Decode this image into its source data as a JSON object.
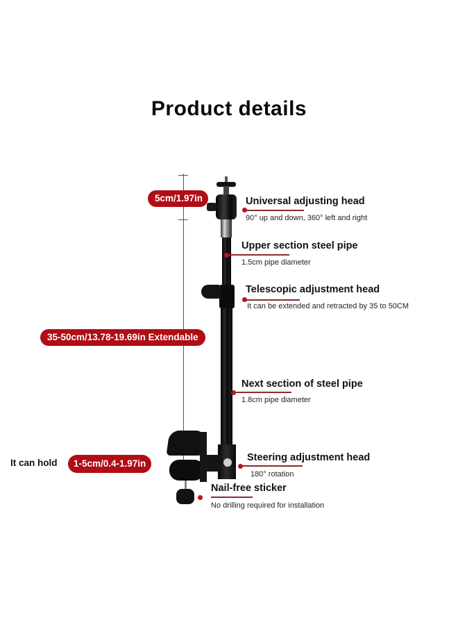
{
  "title": "Product details",
  "dimensions": {
    "head_height": "5cm/1.97in",
    "extendable": "35-50cm/13.78-19.69in Extendable",
    "hold_prefix": "It can hold",
    "hold_range": "1-5cm/0.4-1.97in"
  },
  "features": [
    {
      "title": "Universal adjusting head",
      "desc": "90° up and down, 360° left and right"
    },
    {
      "title": "Upper section steel pipe",
      "desc": "1.5cm pipe diameter"
    },
    {
      "title": "Telescopic adjustment head",
      "desc": "It can be extended and retracted by 35 to 50CM"
    },
    {
      "title": "Next section of steel pipe",
      "desc": "1.8cm pipe diameter"
    },
    {
      "title": "Steering adjustment head",
      "desc": "180° rotation"
    },
    {
      "title": "Nail-free sticker",
      "desc": "No drilling required for installation"
    }
  ],
  "colors": {
    "accent_red": "#b00d14",
    "leader_line": "#8c2a2e",
    "text": "#111111",
    "background": "#ffffff"
  }
}
